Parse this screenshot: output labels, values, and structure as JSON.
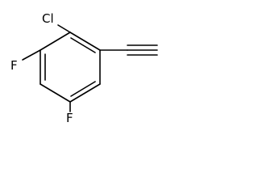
{
  "molecule": {
    "atom_labels": {
      "chlorine": "Cl",
      "fluorine_left": "F",
      "fluorine_bottom": "F"
    },
    "colors": {
      "bond": "#000000",
      "label": "#000000",
      "background": "#ffffff"
    }
  }
}
